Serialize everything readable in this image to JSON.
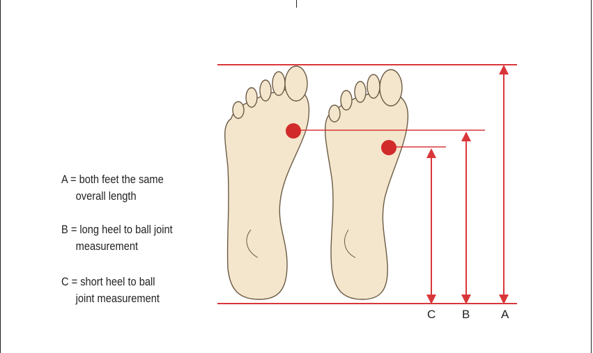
{
  "diagram": {
    "legend": [
      {
        "key": "A",
        "line1": "A = both feet the same",
        "line2": "overall length"
      },
      {
        "key": "B",
        "line1": "B = long heel to ball joint",
        "line2": "measurement"
      },
      {
        "key": "C",
        "line1": "C = short heel to ball",
        "line2": "joint measurement"
      }
    ],
    "measure_labels": {
      "c": "C",
      "b": "B",
      "a": "A"
    }
  },
  "colors": {
    "measure_red": "#d9363a",
    "ball_joint_red": "#d12b2b",
    "skin_fill": "#f3e6cc",
    "outline": "#6b5a45"
  }
}
